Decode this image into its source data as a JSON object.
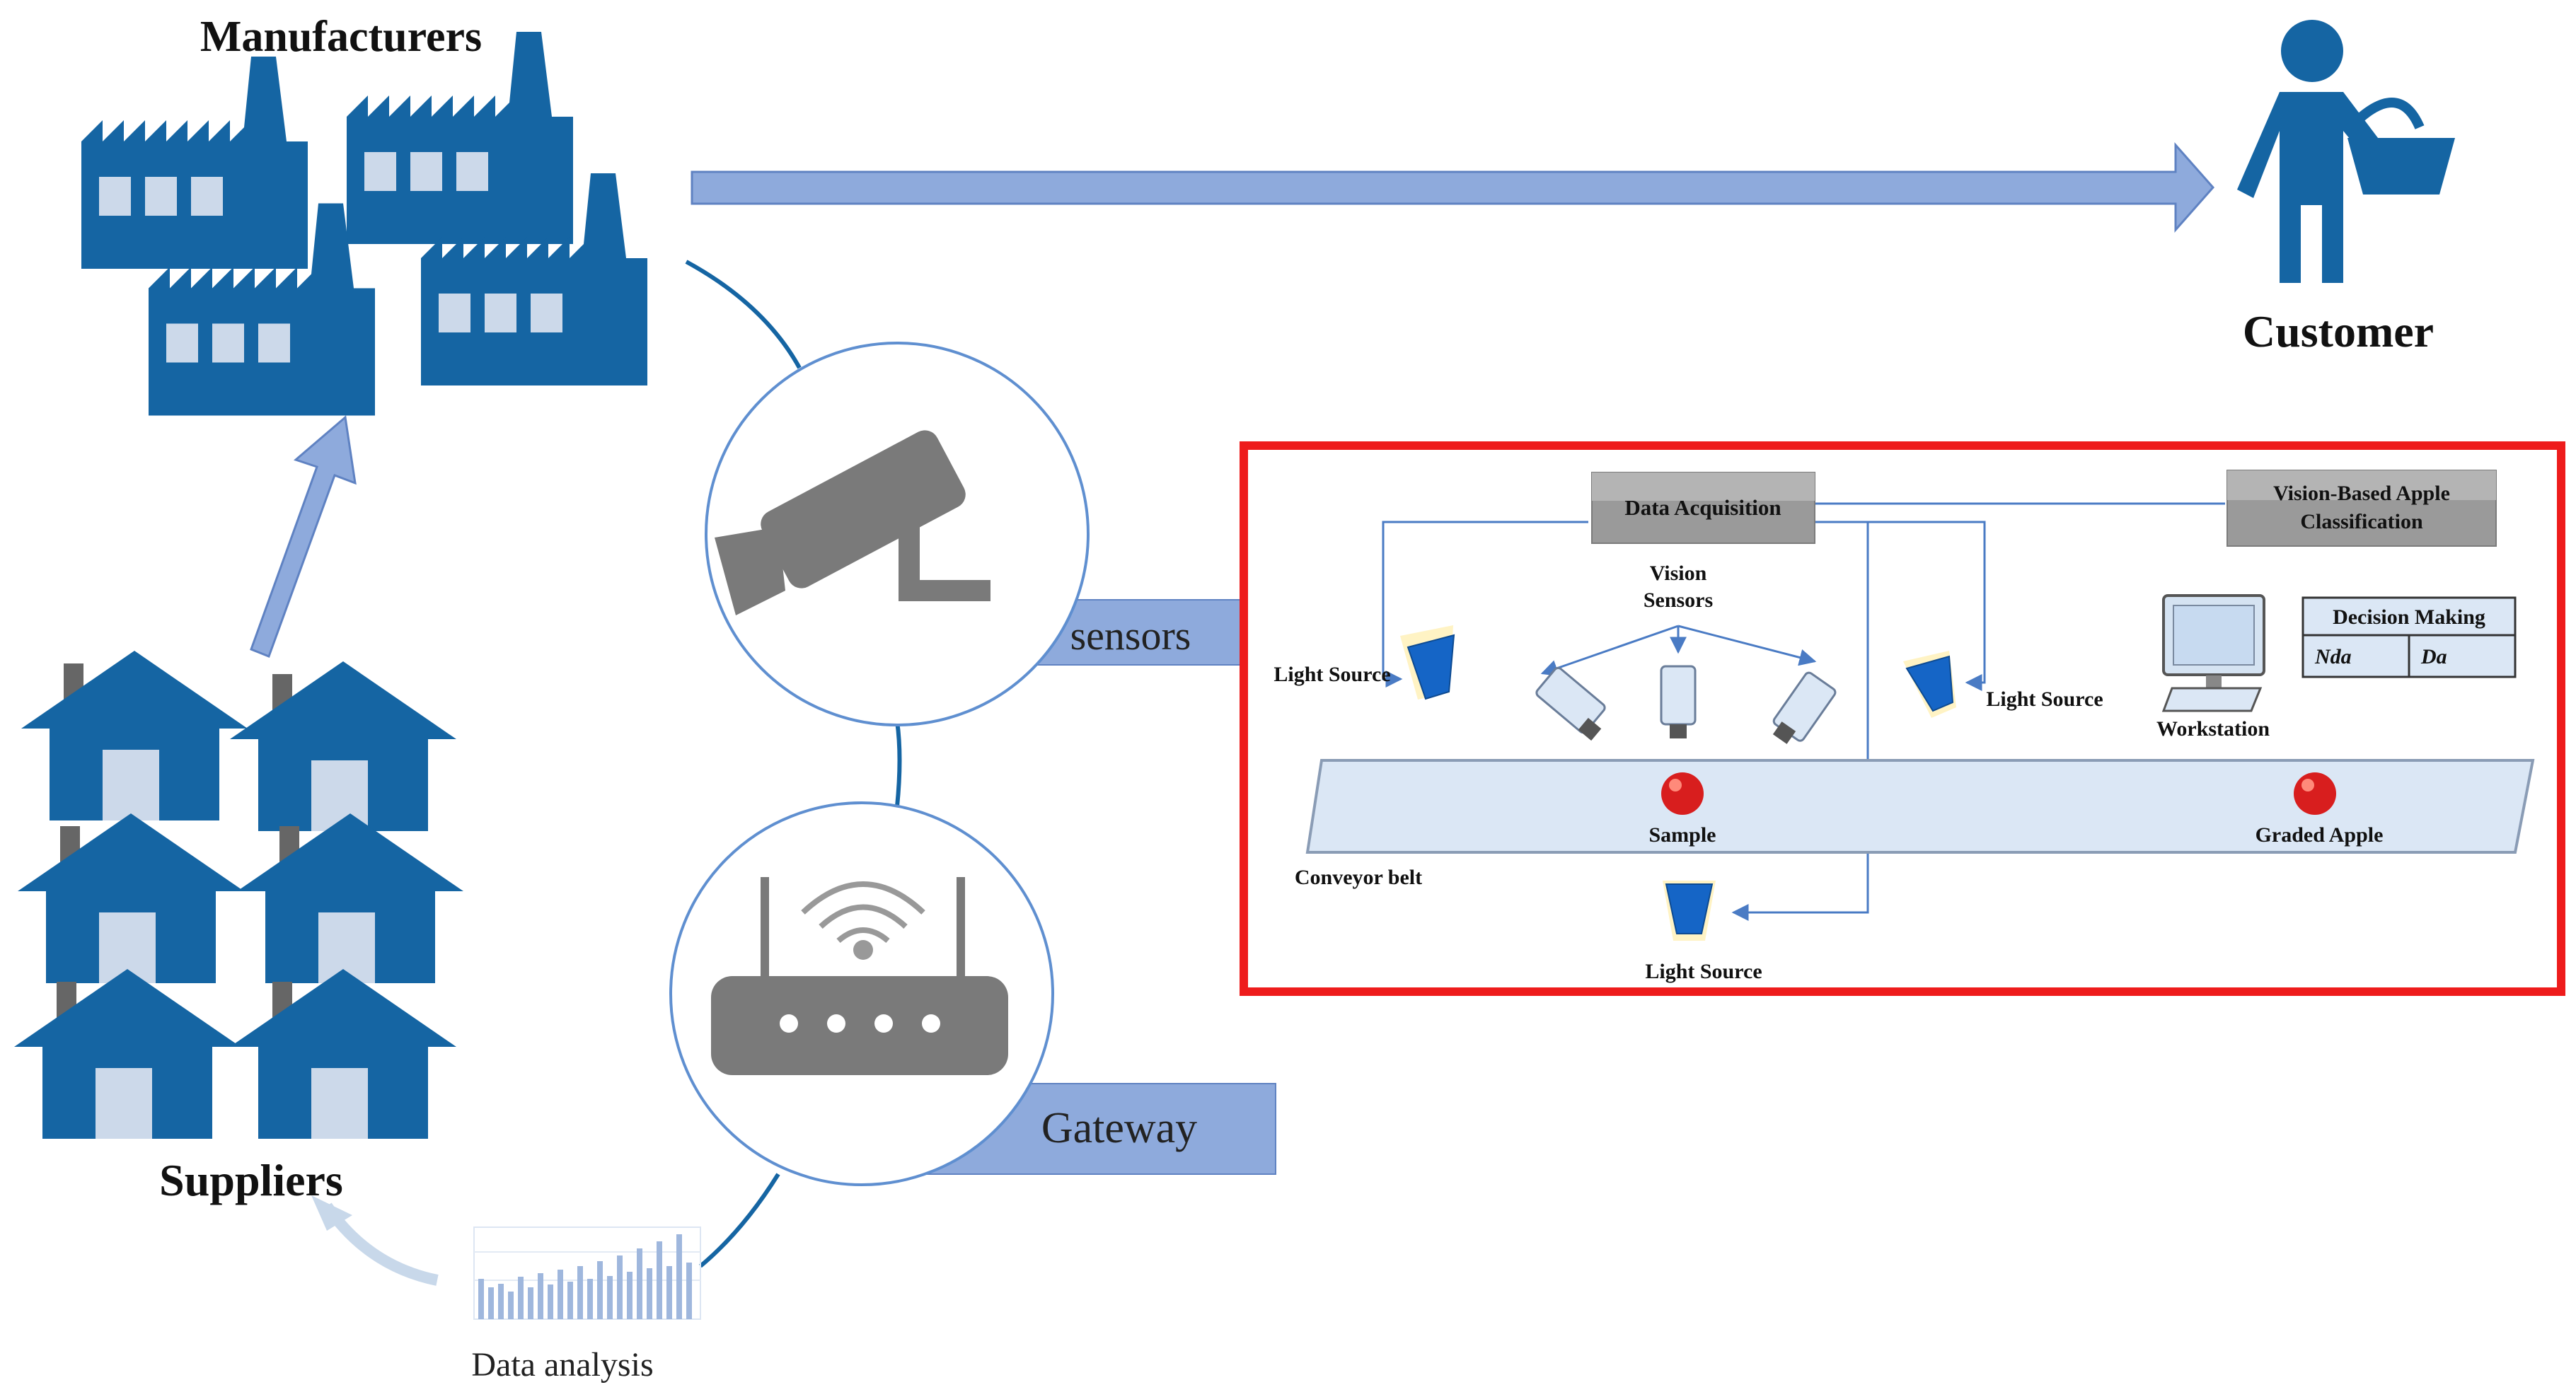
{
  "labels": {
    "manufacturers": "Manufacturers",
    "customer": "Customer",
    "suppliers": "Suppliers",
    "sensors": "sensors",
    "gateway": "Gateway",
    "data_analysis": "Data analysis"
  },
  "vision_system": {
    "data_acquisition": "Data Acquisition",
    "classification_line1": "Vision-Based Apple",
    "classification_line2": "Classification",
    "vision_sensors_line1": "Vision",
    "vision_sensors_line2": "Sensors",
    "light_source_left": "Light Source",
    "light_source_right": "Light Source",
    "light_source_bottom": "Light Source",
    "workstation": "Workstation",
    "decision_making": "Decision Making",
    "decision_nda": "Nda",
    "decision_da": "Da",
    "sample": "Sample",
    "graded_apple": "Graded Apple",
    "conveyor_belt": "Conveyor belt"
  },
  "icons": {
    "factory": "factory-icon",
    "house": "house-icon",
    "person": "customer-with-basket-icon",
    "camera": "security-camera-icon",
    "router": "router-icon",
    "bar_chart": "bar-chart-icon"
  },
  "colors": {
    "icon_blue": "#1565a3",
    "arrow_blue": "#8eaadc",
    "banner_blue": "#8eaadc",
    "frame_red": "#ee1c1c",
    "gray_icon": "#7a7a7a",
    "belt_fill": "#dbe7f5"
  }
}
